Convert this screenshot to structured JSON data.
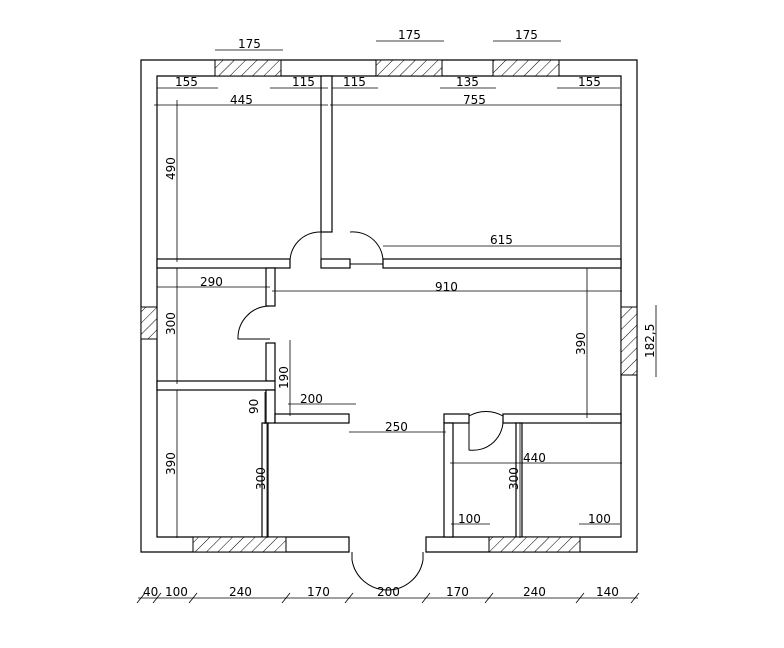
{
  "plan": {
    "top_windows": [
      "175",
      "175",
      "175"
    ],
    "top_offsets": [
      "155",
      "115",
      "115",
      "135",
      "155"
    ],
    "room_widths": [
      "445",
      "755"
    ],
    "room_heights": [
      "490"
    ],
    "hall": [
      "615",
      "910",
      "290",
      "300",
      "390",
      "190",
      "200",
      "90",
      "250"
    ],
    "lower_rooms": [
      "390",
      "300",
      "300",
      "440",
      "100",
      "100"
    ],
    "side_window": "182,5",
    "bottom_chain": [
      "40",
      "100",
      "240",
      "170",
      "200",
      "170",
      "240",
      "140"
    ]
  }
}
